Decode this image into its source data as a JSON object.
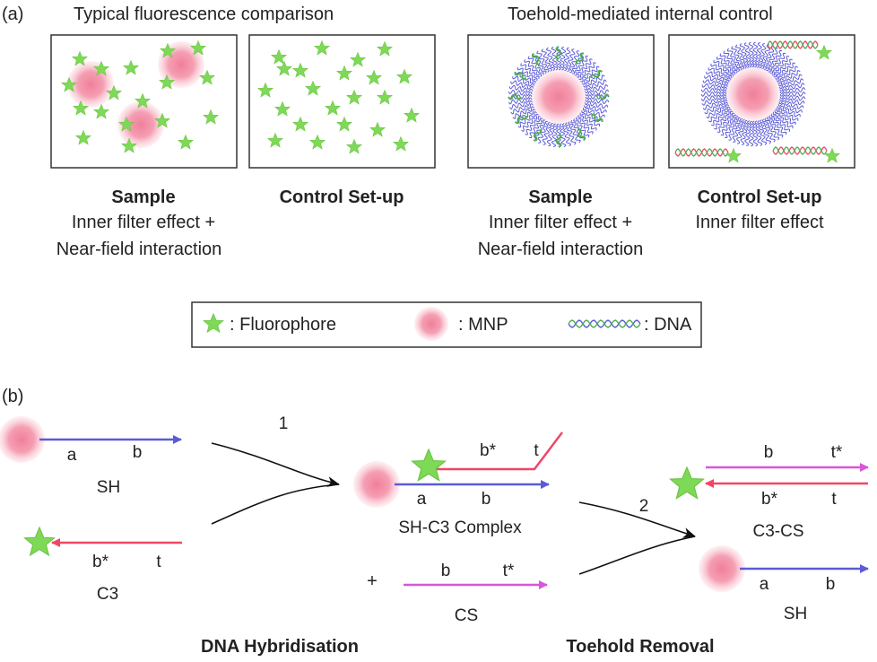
{
  "panel_a": {
    "label": "(a)",
    "left_header": "Typical fluorescence comparison",
    "right_header": "Toehold-mediated internal control",
    "boxes": [
      {
        "title": "Sample",
        "line1": "Inner filter effect +",
        "line2": "Near-field interaction"
      },
      {
        "title": "Control Set-up",
        "line1": "",
        "line2": ""
      },
      {
        "title": "Sample",
        "line1": "Inner filter effect +",
        "line2": "Near-field interaction"
      },
      {
        "title": "Control Set-up",
        "line1": "Inner filter effect",
        "line2": ""
      }
    ]
  },
  "legend": {
    "fluorophore": ": Fluorophore",
    "mnp": ": MNP",
    "dna": ": DNA"
  },
  "panel_b": {
    "label": "(b)",
    "step1": "1",
    "step2": "2",
    "sh": {
      "a": "a",
      "b": "b",
      "name": "SH"
    },
    "c3": {
      "bstar": "b*",
      "t": "t",
      "name": "C3"
    },
    "complex": {
      "bstar": "b*",
      "t": "t",
      "a": "a",
      "b": "b",
      "name": "SH-C3 Complex"
    },
    "cs": {
      "plus": "+",
      "b": "b",
      "tstar": "t*",
      "name": "CS"
    },
    "c3cs": {
      "b": "b",
      "tstar": "t*",
      "bstar": "b*",
      "t": "t",
      "name": "C3-CS"
    },
    "sh_out": {
      "a": "a",
      "b": "b",
      "name": "SH"
    },
    "dna_hybridisation": "DNA Hybridisation",
    "toehold_removal": "Toehold Removal"
  },
  "colors": {
    "fluorophore": "#7ed957",
    "mnp_core": "#f08ba2",
    "blue_strand": "#5b5bd6",
    "red_strand": "#ef4767",
    "magenta_strand": "#d857d8",
    "green_strand": "#4caf50"
  }
}
